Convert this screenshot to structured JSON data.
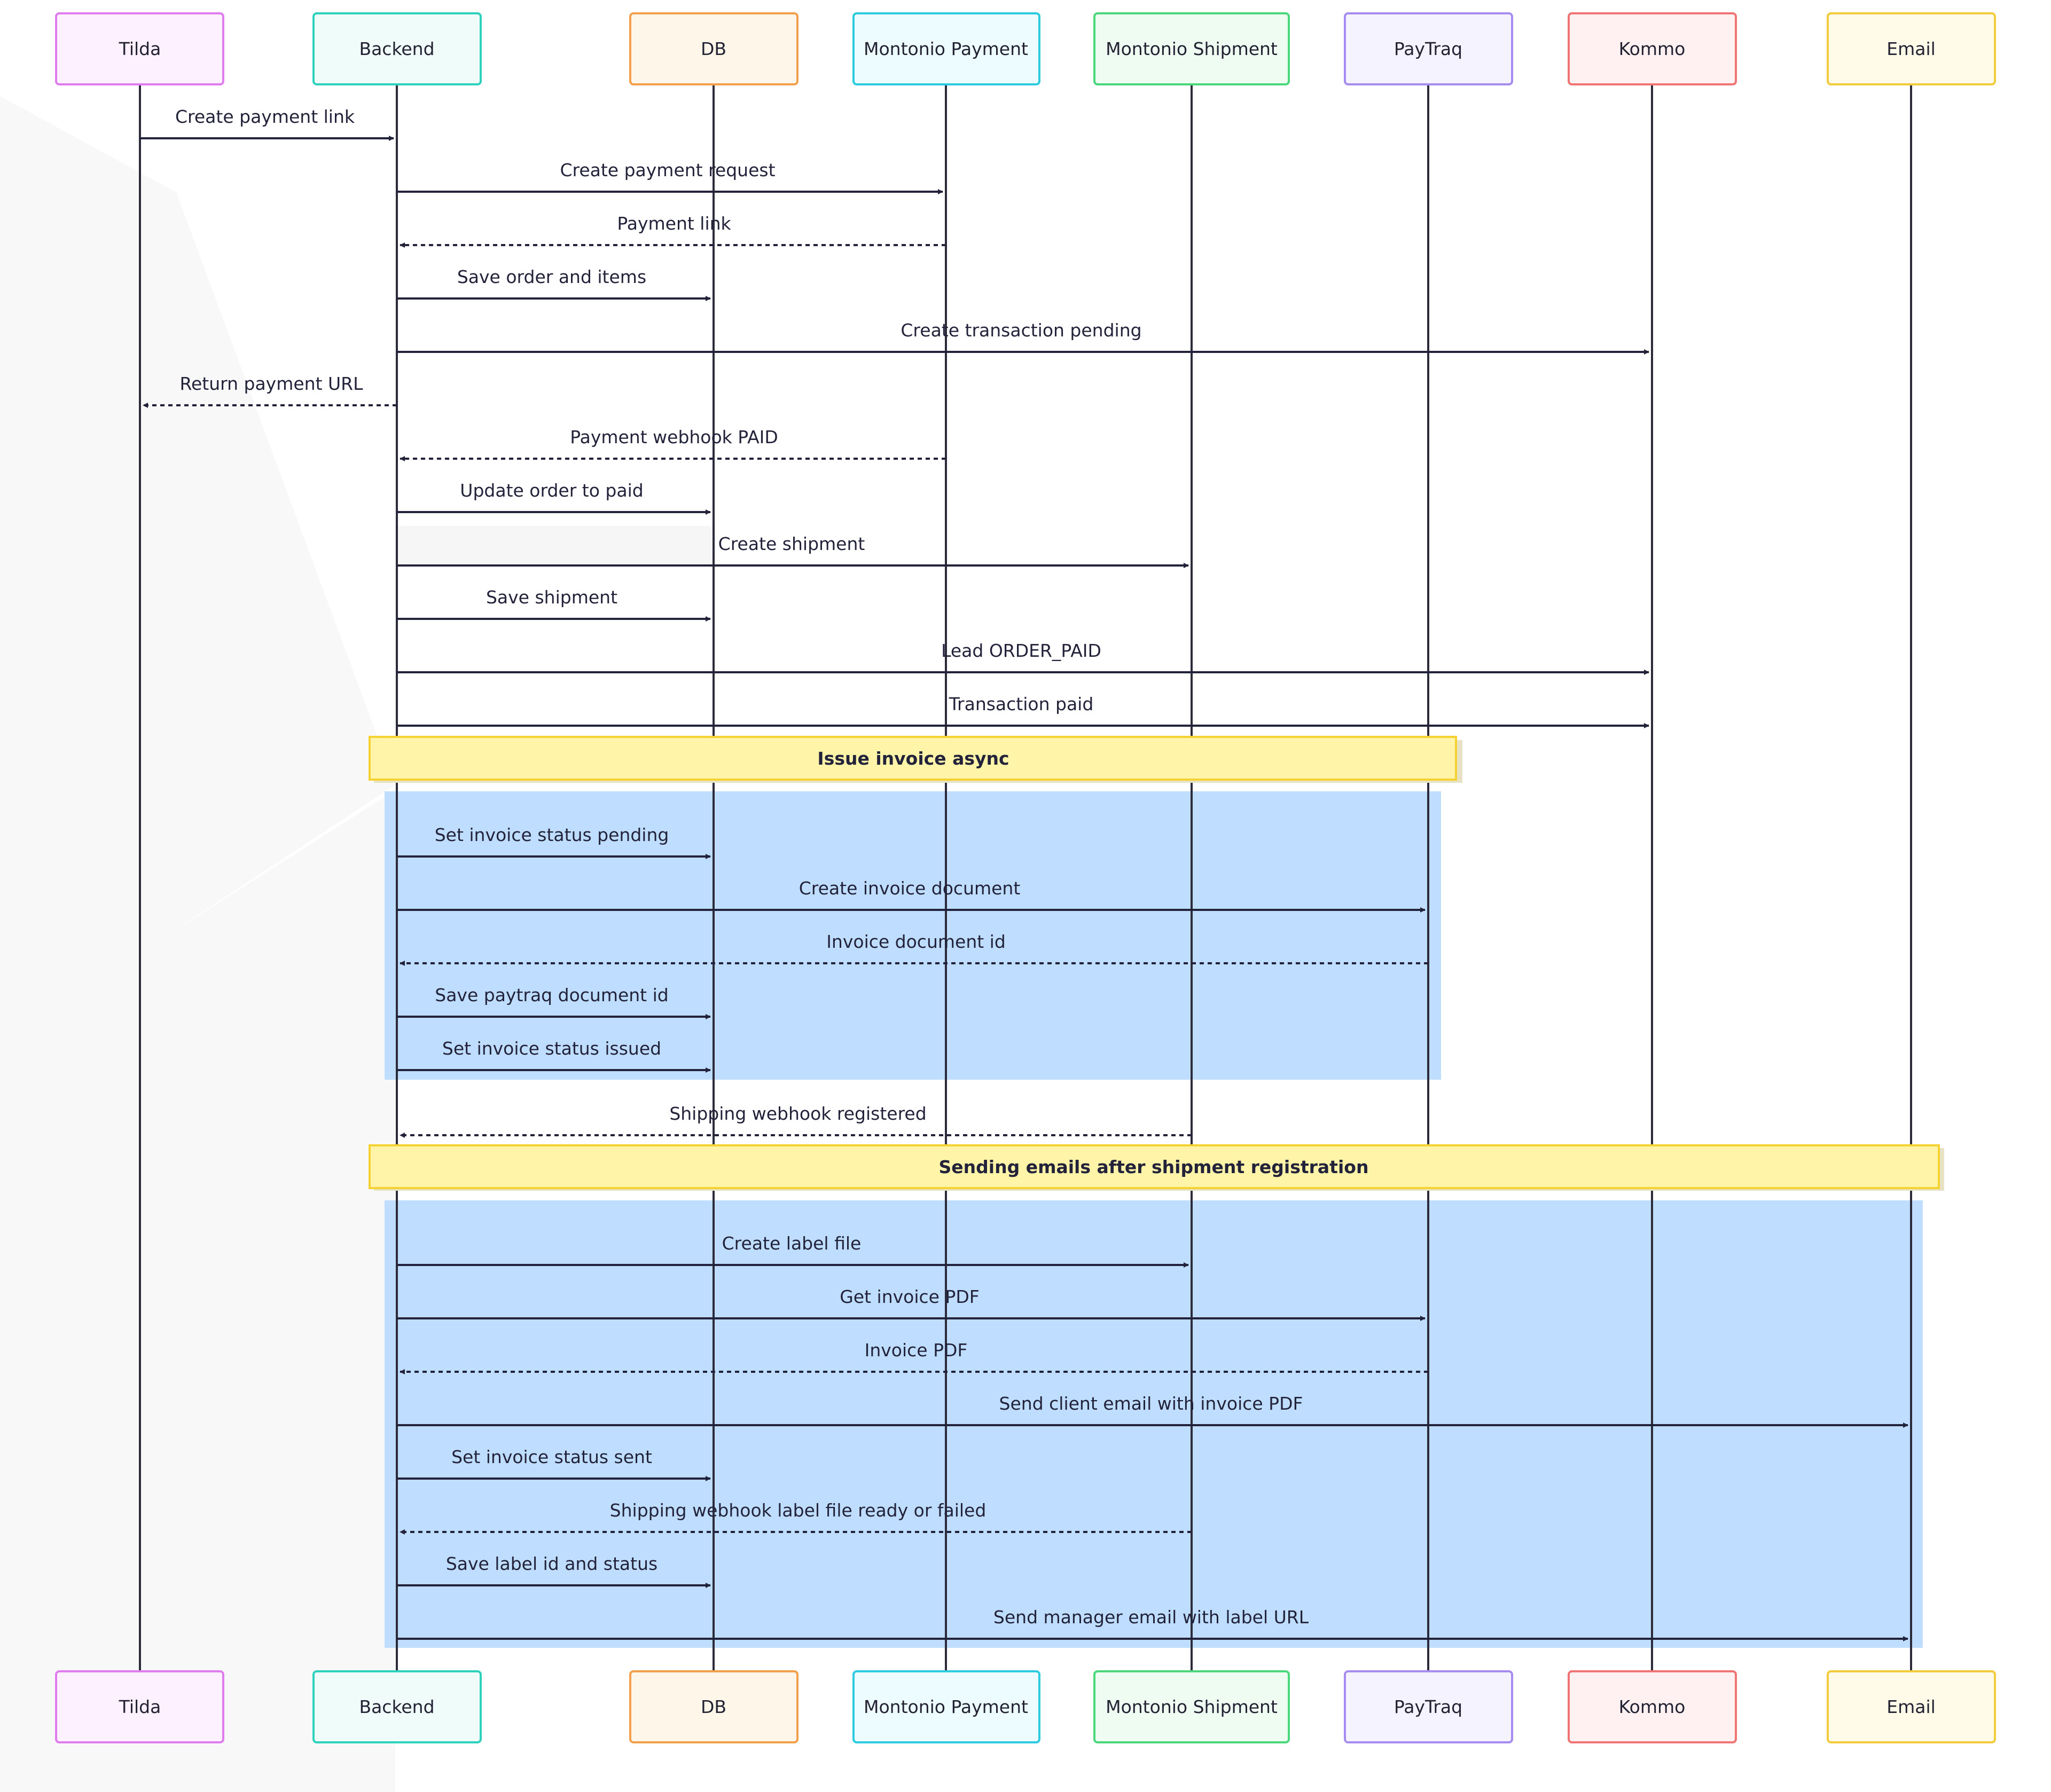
{
  "colors": {
    "background": "#ffffff",
    "line": "#22223a",
    "group_fill": "#bfdeff",
    "note_fill": "#fff4a8",
    "note_stroke": "#f5d132"
  },
  "actors": [
    {
      "id": "tilda",
      "label": "Tilda",
      "fill": "#fdf0ff",
      "stroke": "#e07cf0"
    },
    {
      "id": "backend",
      "label": "Backend",
      "fill": "#effcfa",
      "stroke": "#2ed1bc"
    },
    {
      "id": "db",
      "label": "DB",
      "fill": "#fff6ea",
      "stroke": "#f3a04d"
    },
    {
      "id": "montonio_payment",
      "label": "Montonio Payment",
      "fill": "#ecfcff",
      "stroke": "#2ccbe0"
    },
    {
      "id": "montonio_shipment",
      "label": "Montonio Shipment",
      "fill": "#eefcf2",
      "stroke": "#4bd87d"
    },
    {
      "id": "paytraq",
      "label": "PayTraq",
      "fill": "#f5f3ff",
      "stroke": "#a68cf0"
    },
    {
      "id": "kommo",
      "label": "Kommo",
      "fill": "#fff1f1",
      "stroke": "#f07474"
    },
    {
      "id": "email",
      "label": "Email",
      "fill": "#fffbe8",
      "stroke": "#f2cc3c"
    }
  ],
  "messages": [
    {
      "from": "tilda",
      "to": "backend",
      "label": "Create payment link",
      "dashed": false
    },
    {
      "from": "backend",
      "to": "montonio_payment",
      "label": "Create payment request",
      "dashed": false
    },
    {
      "from": "montonio_payment",
      "to": "backend",
      "label": "Payment link",
      "dashed": true
    },
    {
      "from": "backend",
      "to": "db",
      "label": "Save order and items",
      "dashed": false
    },
    {
      "from": "backend",
      "to": "kommo",
      "label": "Create transaction pending",
      "dashed": false
    },
    {
      "from": "backend",
      "to": "tilda",
      "label": "Return payment URL",
      "dashed": true
    },
    {
      "from": "montonio_payment",
      "to": "backend",
      "label": "Payment webhook PAID",
      "dashed": true
    },
    {
      "from": "backend",
      "to": "db",
      "label": "Update order to paid",
      "dashed": false
    },
    {
      "from": "backend",
      "to": "montonio_shipment",
      "label": "Create shipment",
      "dashed": false
    },
    {
      "from": "backend",
      "to": "db",
      "label": "Save shipment",
      "dashed": false
    },
    {
      "from": "backend",
      "to": "kommo",
      "label": "Lead ORDER_PAID",
      "dashed": false
    },
    {
      "from": "backend",
      "to": "kommo",
      "label": "Transaction paid",
      "dashed": false
    },
    {
      "from": "backend",
      "to": "db",
      "label": "Set invoice status pending",
      "dashed": false
    },
    {
      "from": "backend",
      "to": "paytraq",
      "label": "Create invoice document",
      "dashed": false
    },
    {
      "from": "paytraq",
      "to": "backend",
      "label": "Invoice document id",
      "dashed": true
    },
    {
      "from": "backend",
      "to": "db",
      "label": "Save paytraq document id",
      "dashed": false
    },
    {
      "from": "backend",
      "to": "db",
      "label": "Set invoice status issued",
      "dashed": false
    },
    {
      "from": "montonio_shipment",
      "to": "backend",
      "label": "Shipping webhook registered",
      "dashed": true
    },
    {
      "from": "backend",
      "to": "montonio_shipment",
      "label": "Create label file",
      "dashed": false
    },
    {
      "from": "backend",
      "to": "paytraq",
      "label": "Get invoice PDF",
      "dashed": false
    },
    {
      "from": "paytraq",
      "to": "backend",
      "label": "Invoice PDF",
      "dashed": true
    },
    {
      "from": "backend",
      "to": "email",
      "label": "Send client email with invoice PDF",
      "dashed": false
    },
    {
      "from": "backend",
      "to": "db",
      "label": "Set invoice status sent",
      "dashed": false
    },
    {
      "from": "montonio_shipment",
      "to": "backend",
      "label": "Shipping webhook label file ready or failed",
      "dashed": true
    },
    {
      "from": "backend",
      "to": "db",
      "label": "Save label id and status",
      "dashed": false
    },
    {
      "from": "backend",
      "to": "email",
      "label": "Send manager email with label URL",
      "dashed": false
    }
  ],
  "notes": [
    {
      "label": "Issue invoice async",
      "from": "backend",
      "to": "paytraq"
    },
    {
      "label": "Sending emails after shipment registration",
      "from": "backend",
      "to": "email"
    }
  ]
}
